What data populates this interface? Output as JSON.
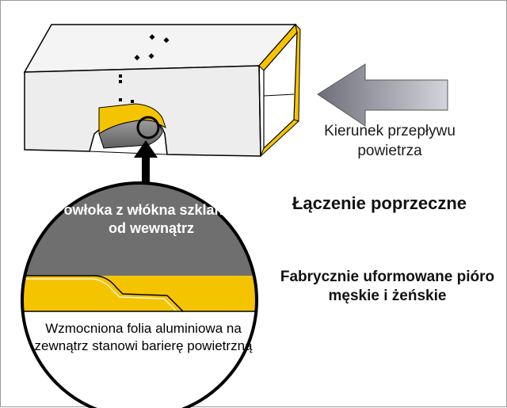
{
  "labels": {
    "flow_direction": "Kierunek przepływu powietrza",
    "title": "Łączenie poprzeczne",
    "tongue_groove": "Fabrycznie uformowane pióro męskie i żeńskie",
    "coating": "Powłoka z włókna szklanego od wewnątrz",
    "foil": "Wzmocniona folia aluminiowa na zewnątrz stanowi barierę powietrzną"
  },
  "colors": {
    "duct_face": "#ededed",
    "duct_edge": "#f4f4f4",
    "insulation_yellow": "#f5c400",
    "coating_gray": "#6f6f6f",
    "arrow_gray": "#8a8a96",
    "outline": "#000000"
  },
  "icons": {
    "flow_arrow": "left-arrow-icon",
    "pointer_arrow": "up-arrow-icon"
  }
}
